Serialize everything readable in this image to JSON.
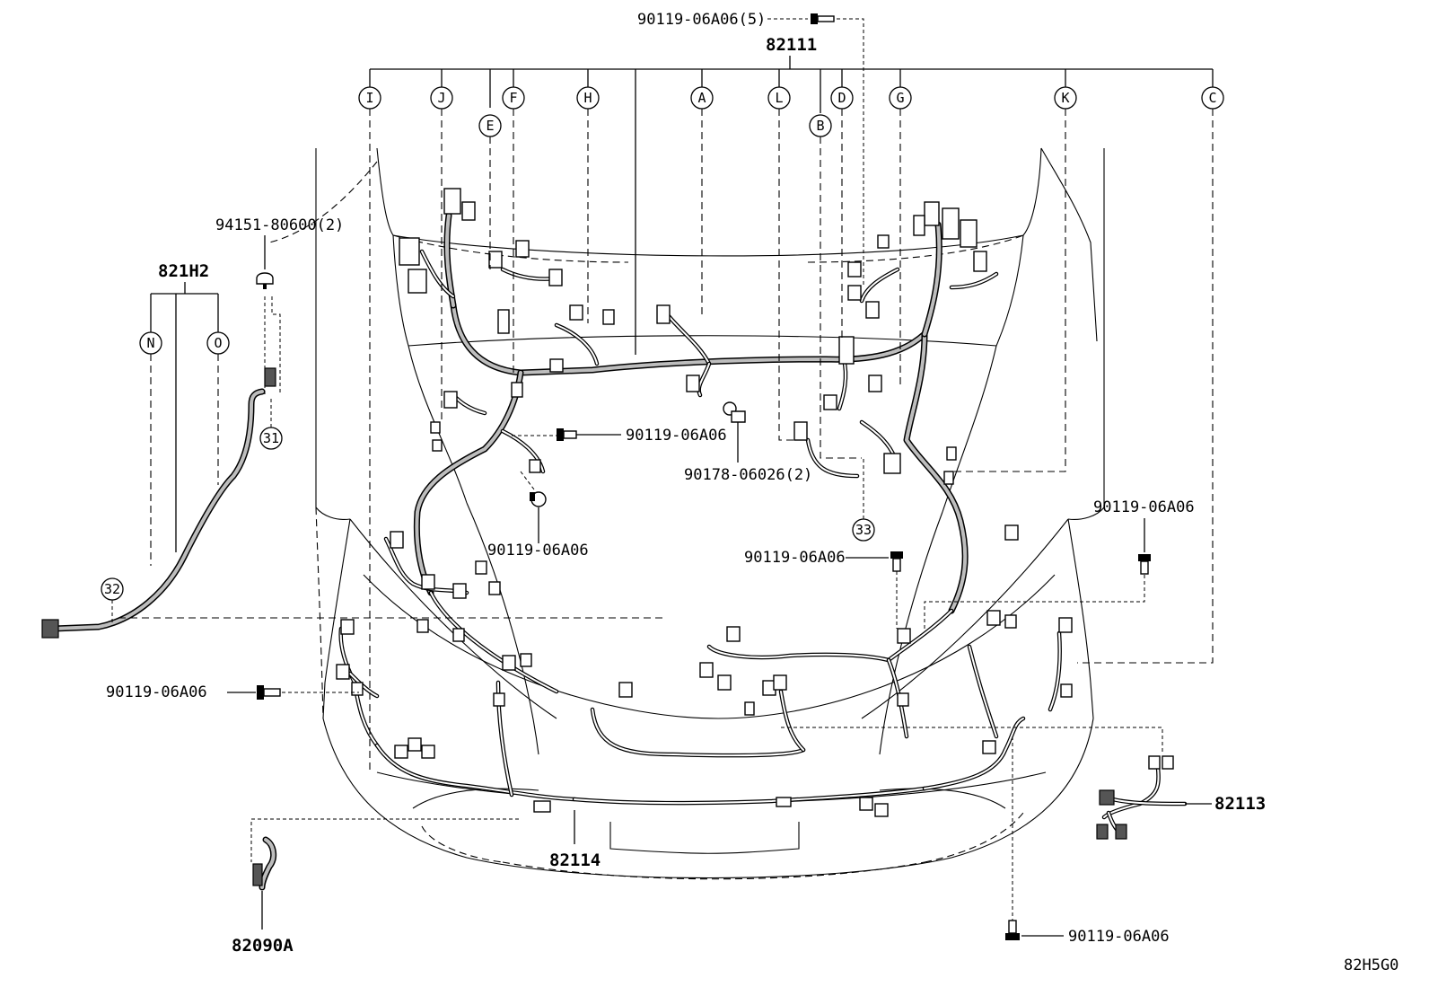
{
  "parts": {
    "main_harness": "82111",
    "top_bolt": "90119-06A06(5)",
    "side_harness": "821H2",
    "side_clip": "94151-80600(2)",
    "bolt_center": "90119-06A06",
    "bolt_left_lower": "90119-06A06",
    "clamp": "90178-06026(2)",
    "bolt_mid_right": "90119-06A06",
    "bolt_right": "90119-06A06",
    "bolt_far_left": "90119-06A06",
    "bumper_harness": "82114",
    "fog_harness": "82113",
    "small_harness": "82090A",
    "bolt_bottom": "90119-06A06",
    "figure_code": "82H5G0"
  },
  "callouts_top": [
    "I",
    "J",
    "E",
    "F",
    "H",
    "A",
    "L",
    "B",
    "D",
    "G",
    "K",
    "C"
  ],
  "callouts_side": [
    "N",
    "O"
  ],
  "ref_numbers": [
    "31",
    "32",
    "33"
  ]
}
